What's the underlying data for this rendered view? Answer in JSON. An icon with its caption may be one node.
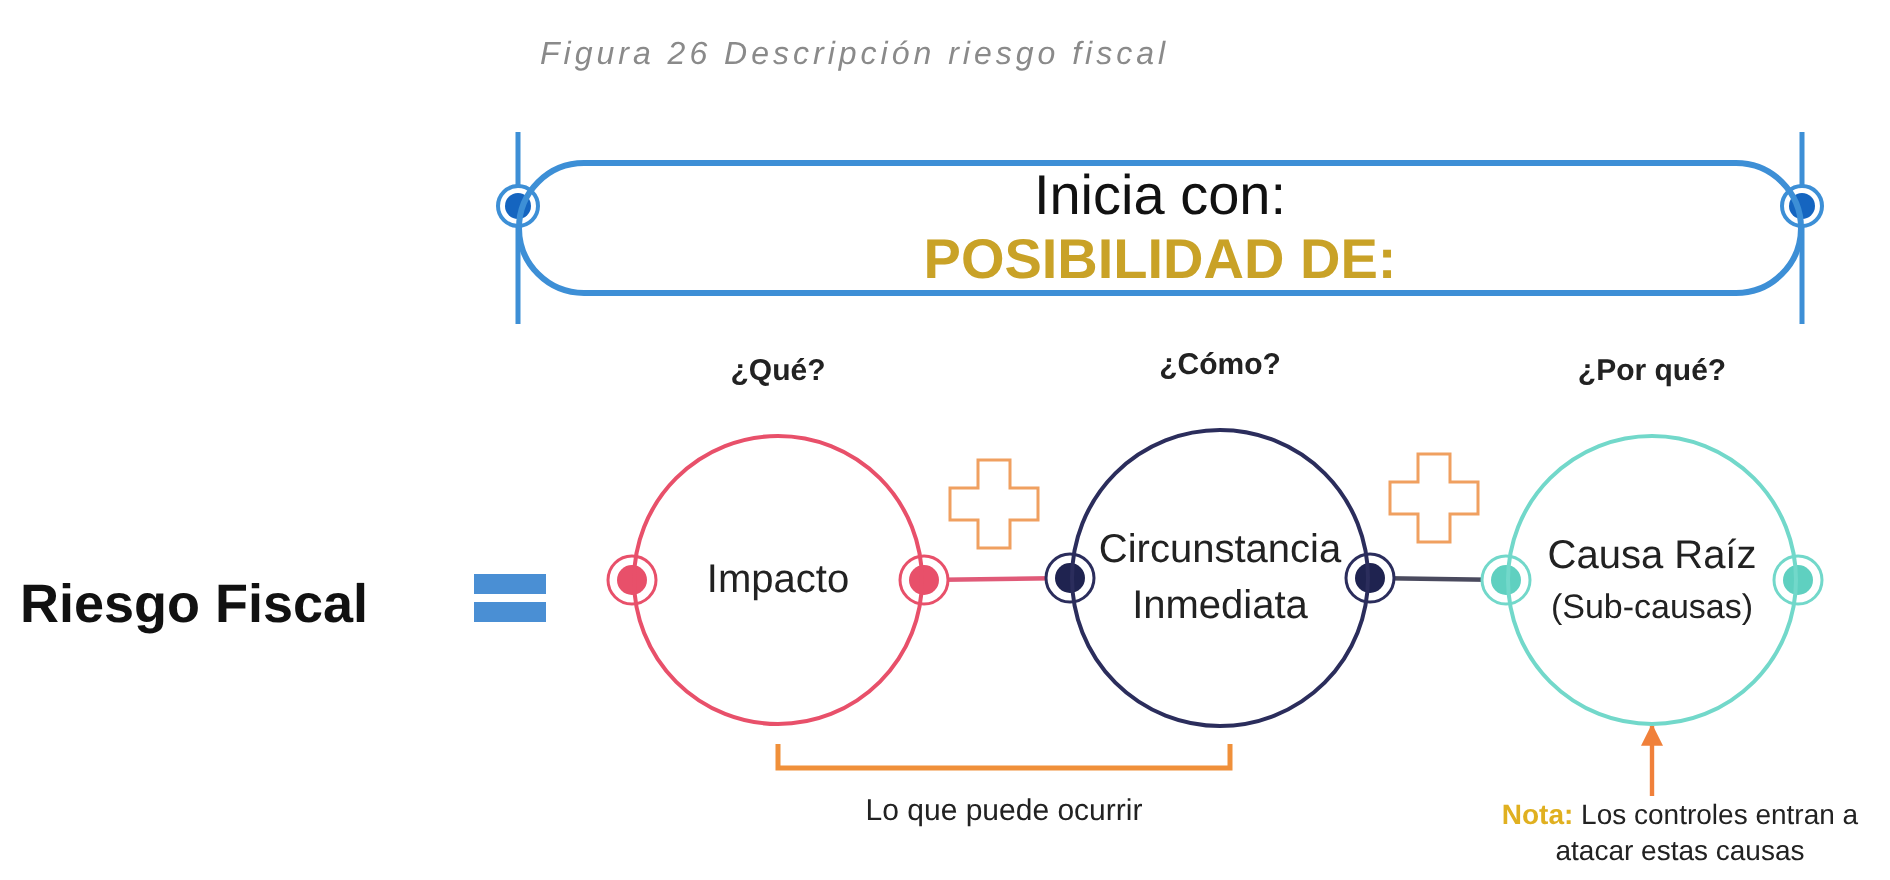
{
  "diagram": {
    "title": "Figura 26 Descripción riesgo fiscal",
    "nodes": [
      {
        "text": [
          "Inicia con:",
          "POSIBILIDAD DE:"
        ]
      },
      {
        "text": [
          "Impacto"
        ],
        "beside": [
          "¿Qué?"
        ]
      },
      {
        "text": [
          "Circunstancia Inmediata"
        ],
        "beside": [
          "¿Cómo?"
        ]
      },
      {
        "text": [
          "Causa Raíz",
          "(Sub-causas)"
        ],
        "beside": [
          "¿Por qué?"
        ]
      },
      {
        "text": [
          "**Nota:** Los controles entran a atacar estas causas"
        ]
      }
    ],
    "edges": [
      {
        "from": 1,
        "to": 2,
        "arrow": "none",
        "color": "#e05a78"
      },
      {
        "from": 2,
        "to": 3,
        "arrow": "none",
        "color": "#4a4a5e"
      },
      {
        "from": 4,
        "to": 3,
        "arrow": "to",
        "color": "#f0803a"
      }
    ],
    "labels": [
      "Riesgo Fiscal",
      "Lo que puede ocurrir"
    ]
  }
}
